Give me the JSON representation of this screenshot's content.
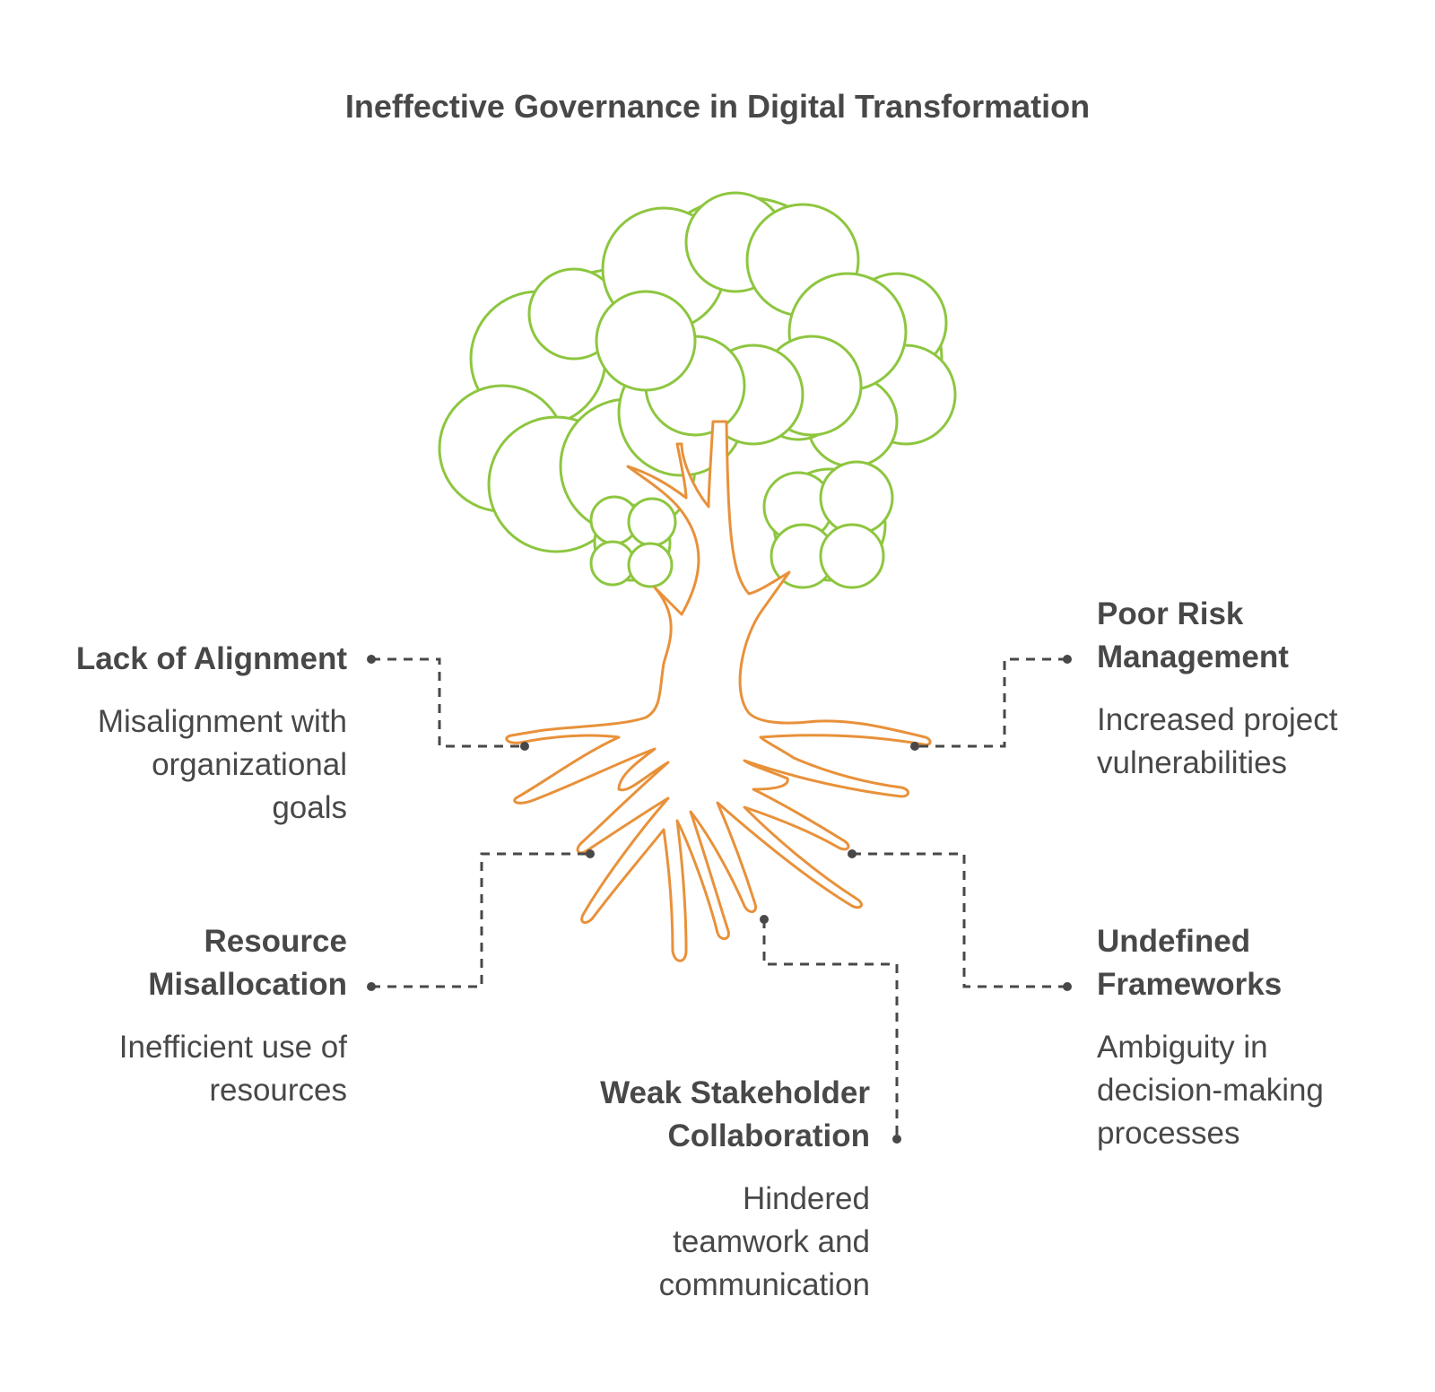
{
  "title": "Ineffective Governance in Digital Transformation",
  "items": {
    "alignment": {
      "heading": [
        "Lack of Alignment"
      ],
      "desc": [
        "Misalignment with",
        "organizational",
        "goals"
      ]
    },
    "resource": {
      "heading": [
        "Resource",
        "Misallocation"
      ],
      "desc": [
        "Inefficient use of",
        "resources"
      ]
    },
    "stakeholder": {
      "heading": [
        "Weak Stakeholder",
        "Collaboration"
      ],
      "desc": [
        "Hindered",
        "teamwork and",
        "communication"
      ]
    },
    "risk": {
      "heading": [
        "Poor Risk",
        "Management"
      ],
      "desc": [
        "Increased project",
        "vulnerabilities"
      ]
    },
    "frameworks": {
      "heading": [
        "Undefined",
        "Frameworks"
      ],
      "desc": [
        "Ambiguity in",
        "decision-making",
        "processes"
      ]
    }
  },
  "colors": {
    "canopy": "#8dc63f",
    "trunk": "#e8913a",
    "connector": "#484848",
    "text": "#484848"
  }
}
